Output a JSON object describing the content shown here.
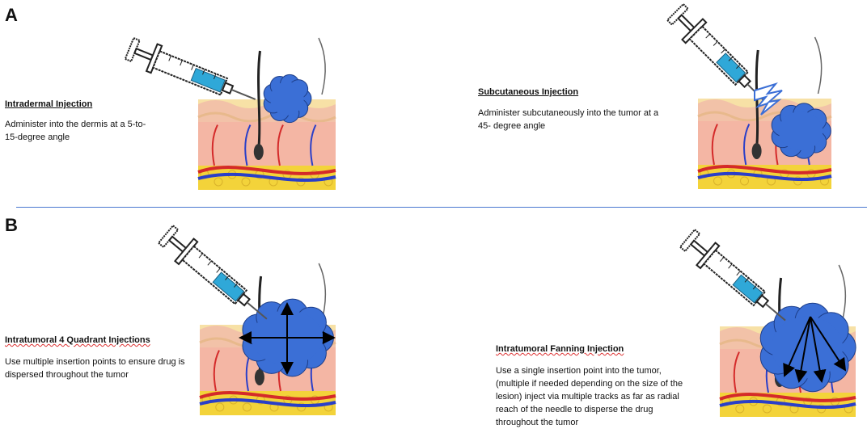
{
  "panels": [
    {
      "letter": "A"
    },
    {
      "letter": "B"
    }
  ],
  "steps": [
    {
      "title": "Intradermal Injection",
      "description": "Administer into the dermis at a 5-to-15-degree angle"
    },
    {
      "title": "Subcutaneous Injection",
      "description": "Administer subcutaneously into the tumor at a 45- degree angle"
    },
    {
      "title": "Intratumoral 4 Quadrant Injections",
      "description": "Use multiple insertion points to ensure drug is dispersed throughout the tumor"
    },
    {
      "title": "Intratumoral Fanning Injection",
      "description": "Use a single insertion point into the tumor, (multiple if needed depending on the size of the lesion)  inject via multiple tracks as far as radial reach of the needle to disperse the drug throughout the tumor"
    }
  ],
  "colors": {
    "tumor": "#3b6fd6",
    "syringe_fluid": "#2fa8d8",
    "divider": "#4a78d0",
    "fat_layer": "#f3d33a",
    "artery": "#d42a2a",
    "vein": "#2a3fc8"
  },
  "icons": [
    "syringe-icon",
    "skin-cross-section",
    "tumor-blob",
    "arrow"
  ]
}
